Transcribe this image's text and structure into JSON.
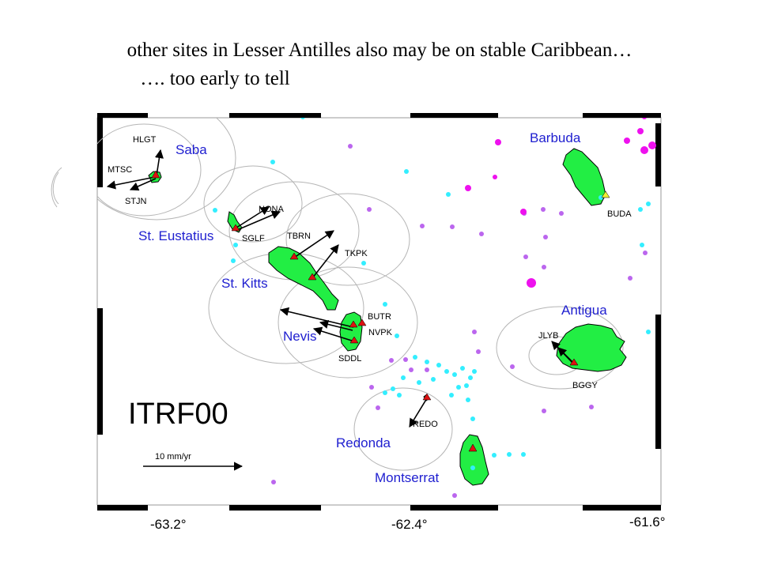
{
  "slide": {
    "title_line1": "other sites in Lesser Antilles also may be on stable Caribbean…",
    "title_line2": "…. too early to tell"
  },
  "map": {
    "frame_label": "ITRF00",
    "scale_label": "10 mm/yr",
    "longitude_ticks": [
      "-63.2°",
      "-62.4°",
      "-61.6°"
    ],
    "islands": {
      "saba": "Saba",
      "barbuda": "Barbuda",
      "st_eustatius": "St. Eustatius",
      "st_kitts": "St. Kitts",
      "nevis": "Nevis",
      "antigua": "Antigua",
      "redonda": "Redonda",
      "montserrat": "Montserrat"
    },
    "sites": {
      "hlgt": "HLGT",
      "mtsc": "MTSC",
      "stjn": "STJN",
      "nona": "NONA",
      "sglf": "SGLF",
      "tbrn": "TBRN",
      "tkpk": "TKPK",
      "butr": "BUTR",
      "nvpk": "NVPK",
      "sddl": "SDDL",
      "buda": "BUDA",
      "jlyb": "JLYB",
      "bggy": "BGGY",
      "redo": "REDO"
    },
    "colors": {
      "land": "#22ee44",
      "site_marker": "#dd1111",
      "buda_marker": "#eeee33",
      "quake_cyan": "#33eeff",
      "quake_purple": "#bb66ee",
      "quake_magenta": "#ee11ee",
      "island_label": "#2020d0",
      "error_ellipse": "#b0b0b0"
    }
  }
}
